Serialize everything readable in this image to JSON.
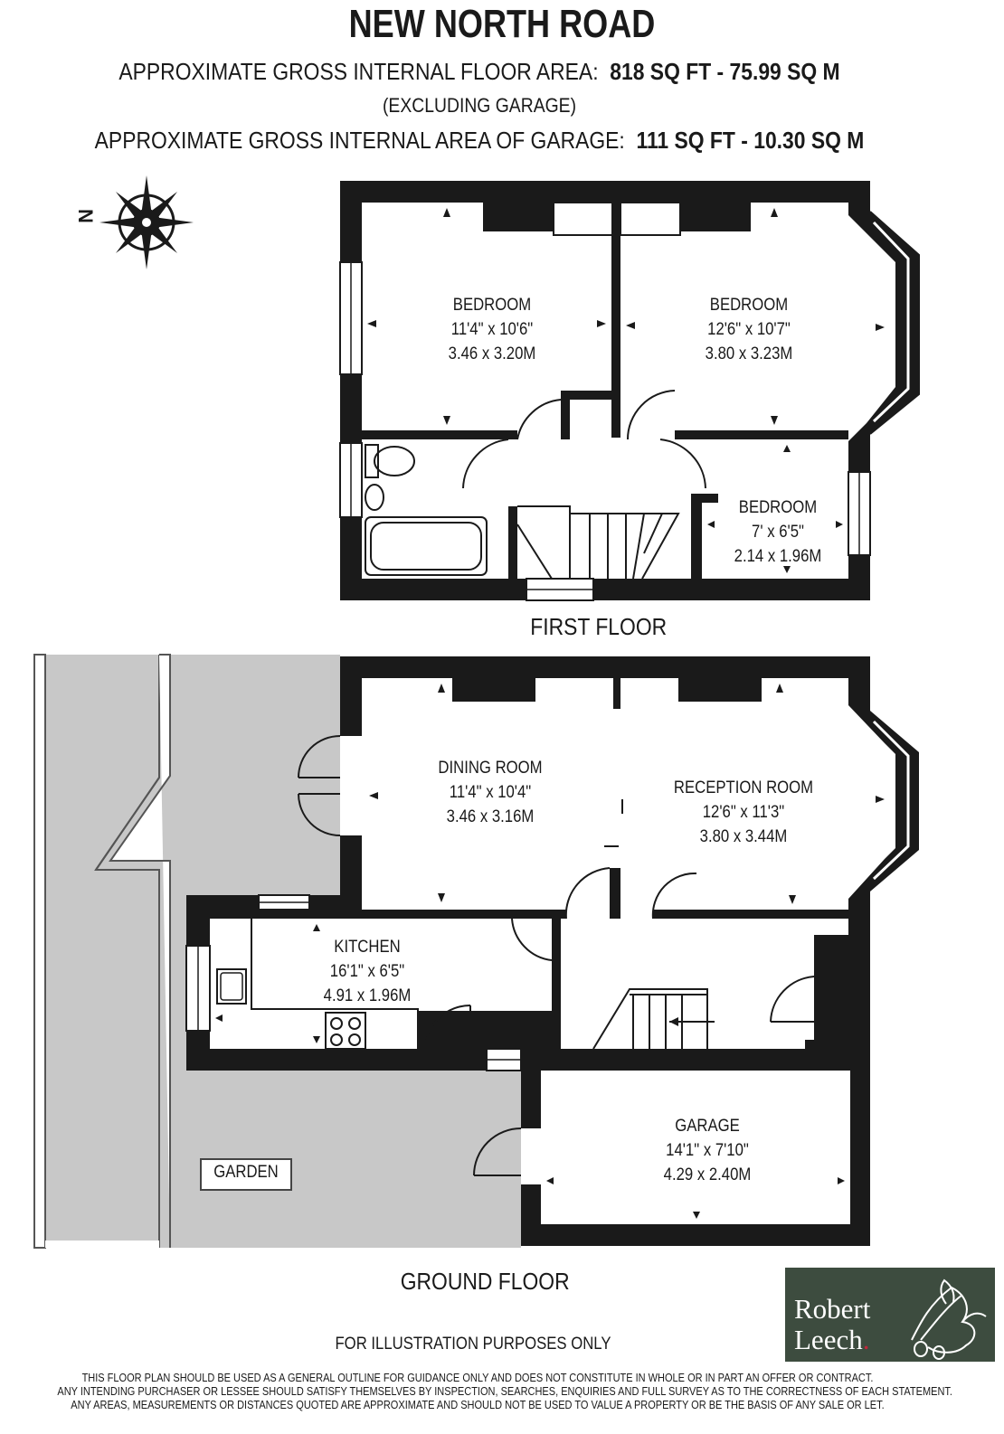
{
  "header": {
    "title": "NEW NORTH ROAD",
    "floor_area_label": "APPROXIMATE GROSS INTERNAL FLOOR AREA:",
    "floor_area_value": "818 SQ FT  -  75.99 SQ M",
    "excluding": "(EXCLUDING GARAGE)",
    "garage_area_label": "APPROXIMATE GROSS INTERNAL AREA OF GARAGE:",
    "garage_area_value": "111 SQ FT  -  10.30 SQ M"
  },
  "compass": {
    "north_label": "N",
    "icon": "compass-rose-icon"
  },
  "first_floor": {
    "label": "FIRST FLOOR",
    "rooms": [
      {
        "name": "BEDROOM",
        "imperial": "11'4\" x 10'6\"",
        "metric": "3.46 x 3.20M"
      },
      {
        "name": "BEDROOM",
        "imperial": "12'6\" x 10'7\"",
        "metric": "3.80 x 3.23M"
      },
      {
        "name": "BEDROOM",
        "imperial": "7' x 6'5\"",
        "metric": "2.14 x 1.96M"
      }
    ]
  },
  "ground_floor": {
    "label": "GROUND FLOOR",
    "rooms": [
      {
        "name": "DINING ROOM",
        "imperial": "11'4\" x 10'4\"",
        "metric": "3.46 x 3.16M"
      },
      {
        "name": "RECEPTION ROOM",
        "imperial": "12'6\" x 11'3\"",
        "metric": "3.80 x 3.44M"
      },
      {
        "name": "KITCHEN",
        "imperial": "16'1\" x 6'5\"",
        "metric": "4.91 x 1.96M"
      },
      {
        "name": "GARAGE",
        "imperial": "14'1\" x 7'10\"",
        "metric": "4.29 x 2.40M"
      }
    ],
    "garden_label": "GARDEN"
  },
  "footer": {
    "illustration": "FOR ILLUSTRATION PURPOSES ONLY",
    "disclaimer": [
      "THIS FLOOR PLAN SHOULD BE USED AS A GENERAL OUTLINE FOR GUIDANCE ONLY AND DOES NOT CONSTITUTE IN WHOLE OR IN PART AN OFFER OR CONTRACT.",
      "ANY INTENDING PURCHASER OR LESSEE SHOULD SATISFY THEMSELVES BY INSPECTION, SEARCHES, ENQUIRIES AND FULL SURVEY AS TO THE CORRECTNESS OF EACH STATEMENT.",
      "ANY AREAS, MEASUREMENTS OR DISTANCES QUOTED ARE APPROXIMATE AND SHOULD NOT BE USED TO VALUE A PROPERTY OR BE THE BASIS OF ANY SALE OR LET."
    ]
  },
  "logo": {
    "line1": "Robert",
    "line2": "Leech.",
    "accent": "#c0283c",
    "bg": "#3d4c3f",
    "icon": "oak-leaf-icon"
  },
  "colors": {
    "wall": "#1a1a1a",
    "garden": "#c8c8c8",
    "background": "#ffffff"
  }
}
